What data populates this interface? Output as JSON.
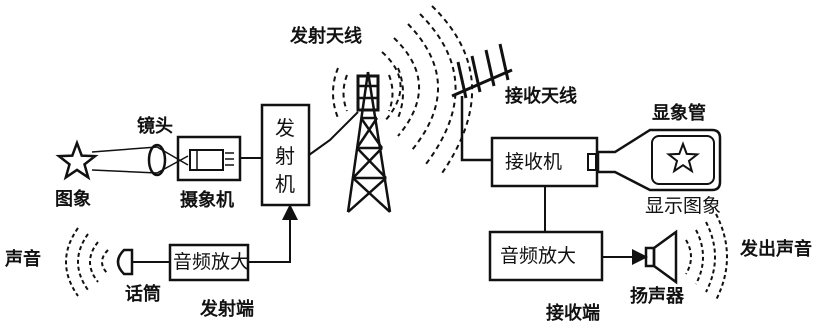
{
  "labels": {
    "transmit_antenna": "发射天线",
    "receive_antenna": "接收天线",
    "lens": "镜头",
    "image": "图象",
    "camera": "摄象机",
    "transmitter": "发射机",
    "sound": "声音",
    "microphone": "话筒",
    "tx_audio_amp": "音频放大",
    "tx_end": "发射端",
    "receiver": "接收机",
    "picture_tube": "显象管",
    "display_image": "显示图象",
    "rx_audio_amp": "音频放大",
    "speaker": "扬声器",
    "sound_out": "发出声音",
    "rx_end": "接收端"
  },
  "colors": {
    "ink": "#111111",
    "paper": "#ffffff"
  }
}
